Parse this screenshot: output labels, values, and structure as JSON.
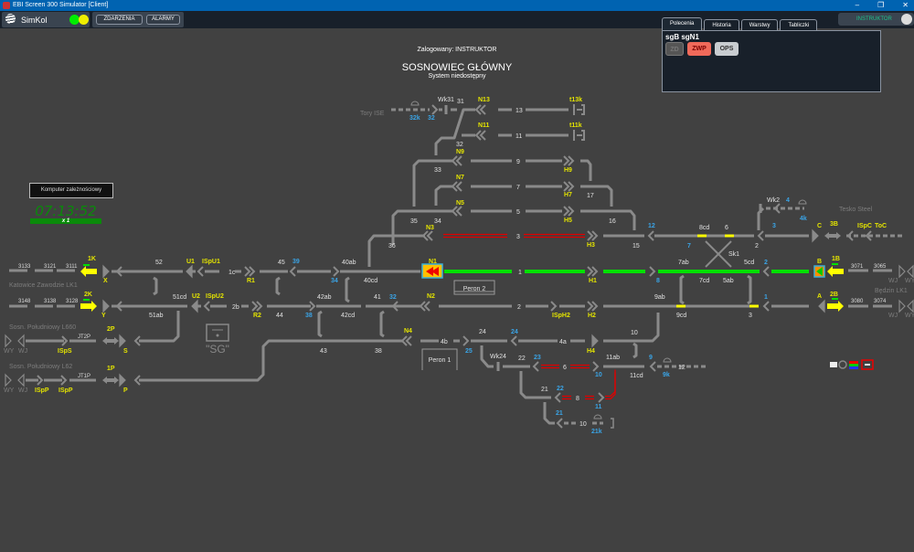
{
  "window": {
    "title": "EBI Screen 300 Simulator [Client]"
  },
  "toolbar": {
    "logo": "SimKol",
    "events_label": "ZDARZENIA",
    "alarms_label": "ALARMY",
    "status_colors": [
      "#00ee00",
      "#eeee00"
    ]
  },
  "user": {
    "label": "INSTRUKTOR",
    "icon": "user-avatar-icon"
  },
  "tabs": [
    {
      "label": "Polecenia",
      "active": true
    },
    {
      "label": "Historia"
    },
    {
      "label": "Warstwy"
    },
    {
      "label": "Tabliczki"
    }
  ],
  "command_panel": {
    "title": "sgB sgN1",
    "buttons": [
      {
        "label": "ZD",
        "enabled": false
      },
      {
        "label": "ZWP",
        "color": "#f06a5a"
      },
      {
        "label": "OPS"
      }
    ]
  },
  "header": {
    "logged_in": "Zalogowany: INSTRUKTOR",
    "station": "SOSNOWIEC GŁÓWNY",
    "status": "System niedostępny"
  },
  "interlocking": {
    "label": "Komputer zależnościowy",
    "time": "07:13:52",
    "speed": "x 1"
  },
  "platforms": {
    "p2": "Peron 2",
    "p1": "Peron 1",
    "sg": "\"SG\""
  },
  "colors": {
    "track": "#8a8a8a",
    "route_set": "#00e000",
    "occupied": "#e00000",
    "block": "#ffff00",
    "signal_label": "#e4e400",
    "point_label": "#3aa4e6"
  },
  "labels": {
    "t3133": "3133",
    "t3121": "3121",
    "t3111": "3111",
    "s1K": "1K",
    "sX": "X",
    "p52": "52",
    "sU1": "U1",
    "sISpU1": "ISpU1",
    "t1c": "1c",
    "sR1": "R1",
    "p45": "45",
    "b39": "39",
    "p40ab": "40ab",
    "b34": "34",
    "p40cd": "40cd",
    "sN1": "N1",
    "t1": "1",
    "sH1": "H1",
    "b8": "8",
    "p7ab": "7ab",
    "p7cd": "7cd",
    "p5ab": "5ab",
    "p5cd": "5cd",
    "b2": "2",
    "sB": "B",
    "s1B": "1B",
    "t3071": "3071",
    "t3065": "3065",
    "wj1": "WJ",
    "wy1": "WY",
    "sk1": "Sk1",
    "t3148": "3148",
    "t3138": "3138",
    "t3128": "3128",
    "s2K": "2K",
    "sY": "Y",
    "p51cd": "51cd",
    "sU2": "U2",
    "sISpU2": "ISpU2",
    "t2b": "2b",
    "sR2": "R2",
    "p44": "44",
    "p51ab": "51ab",
    "b38": "38",
    "p42ab": "42ab",
    "p42cd": "42cd",
    "p41": "41",
    "b32": "32",
    "sN2": "N2",
    "t2": "2",
    "sISpH2": "ISpH2",
    "sH2": "H2",
    "p9ab": "9ab",
    "p9cd": "9cd",
    "b1": "1",
    "p3": "3",
    "sA": "A",
    "s2B": "2B",
    "t3080": "3080",
    "t3074": "3074",
    "wj2": "WJ",
    "wy2": "WY",
    "l660": "Sosn. Południowy L660",
    "s2P": "2P",
    "tJT2P": "JT2P",
    "sISpS": "ISpS",
    "sS": "S",
    "wy3": "WY",
    "wj3": "WJ",
    "p43": "43",
    "p38": "38",
    "sN4": "N4",
    "t4b": "4b",
    "b25": "25",
    "p24": "24",
    "b24": "24",
    "t4a": "4a",
    "sH4": "H4",
    "p10": "10",
    "l62": "Sosn. Południowy L62",
    "s1P": "1P",
    "tJT1P": "JT1P",
    "wy4": "WY",
    "wj4": "WJ",
    "sISpP1": "ISpP",
    "sISpP2": "ISpP",
    "sP": "P",
    "wk24": "Wk24",
    "p22": "22",
    "b23": "23",
    "t6": "6",
    "b10": "10",
    "p11ab": "11ab",
    "b9": "9",
    "p11cd": "11cd",
    "b9k": "9k",
    "t12": "12",
    "p21": "21",
    "b22": "22",
    "t8": "8",
    "b11": "11",
    "b21": "21",
    "t10": "10",
    "b21k": "21k",
    "toryise": "Tory ISE",
    "b32k": "32k",
    "b32b": "32",
    "wk31": "Wk31",
    "p31": "31",
    "sN13": "N13",
    "t13": "13",
    "st13k": "t13k",
    "sN11": "N11",
    "t11": "11",
    "st11k": "t11k",
    "p32": "32",
    "sN9": "N9",
    "t9": "9",
    "sH9": "H9",
    "p33": "33",
    "sN7": "N7",
    "t7": "7",
    "sH7": "H7",
    "p17": "17",
    "sN5": "N5",
    "t5": "5",
    "sH5": "H5",
    "p35": "35",
    "p34": "34",
    "p16": "16",
    "sN3": "N3",
    "t3": "3",
    "sH3": "H3",
    "p36": "36",
    "p15": "15",
    "b12": "12",
    "p8cd": "8cd",
    "p6": "6",
    "b7": "7",
    "p2": "2",
    "b3": "3",
    "sC": "C",
    "s3B": "3B",
    "sISpC": "ISpC",
    "sToC": "ToC",
    "wk2": "Wk2",
    "b4": "4",
    "b4k": "4k",
    "tesko": "Tesko Steel",
    "katowice": "Katowice Zawodzie LK1",
    "bedzin": "Będzin LK1"
  }
}
